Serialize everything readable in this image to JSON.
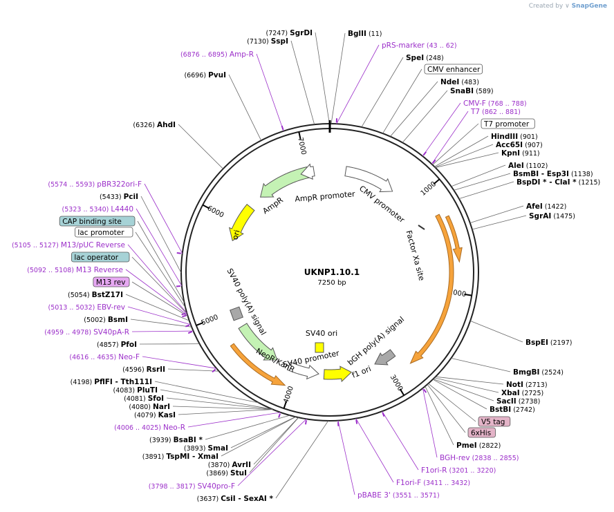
{
  "header": {
    "created_by": "Created by",
    "brand": "SnapGene"
  },
  "plasmid": {
    "name": "UKNP1.10.1",
    "length_label": "7250 bp",
    "length": 7250,
    "ticks": [
      "1000",
      "2000",
      "3000",
      "4000",
      "5000",
      "6000",
      "7000"
    ]
  },
  "colors": {
    "enzyme": "#000000",
    "primer": "#9b2ec9",
    "feature_green": "#c4f2b4",
    "feature_yellow": "#ffff00",
    "feature_orange": "#f6a33b",
    "feature_gray": "#a8a8a8",
    "feature_white": "#ffffff",
    "badge_blue": "#a6d2d6",
    "badge_pink": "#e4b4c8",
    "badge_purple": "#e6a8f2"
  },
  "labels": [
    {
      "pos": "(11)",
      "name": "BglII",
      "kind": "enzyme"
    },
    {
      "pos": "(43 .. 62)",
      "name": "pRS-marker",
      "kind": "primer"
    },
    {
      "pos": "(248)",
      "name": "SpeI",
      "kind": "enzyme"
    },
    {
      "name": "CMV enhancer",
      "kind": "badge-white"
    },
    {
      "pos": "(483)",
      "name": "NdeI",
      "kind": "enzyme"
    },
    {
      "pos": "(589)",
      "name": "SnaBI",
      "kind": "enzyme"
    },
    {
      "pos": "(768 .. 788)",
      "name": "CMV-F",
      "kind": "primer"
    },
    {
      "pos": "(862 .. 881)",
      "name": "T7",
      "kind": "primer"
    },
    {
      "name": "T7 promoter",
      "kind": "badge-white"
    },
    {
      "pos": "(901)",
      "name": "HindIII",
      "kind": "enzyme"
    },
    {
      "pos": "(907)",
      "name": "Acc65I",
      "kind": "enzyme"
    },
    {
      "pos": "(911)",
      "name": "KpnI",
      "kind": "enzyme"
    },
    {
      "pos": "(1102)",
      "name": "AleI",
      "kind": "enzyme"
    },
    {
      "pos": "(1138)",
      "name": "BsmBI  - Esp3I",
      "kind": "enzyme"
    },
    {
      "pos": "(1215)",
      "name": "BspDI * - ClaI *",
      "kind": "enzyme"
    },
    {
      "pos": "(1422)",
      "name": "AfeI",
      "kind": "enzyme"
    },
    {
      "pos": "(1475)",
      "name": "SgrAI",
      "kind": "enzyme"
    },
    {
      "pos": "(2197)",
      "name": "BspEI",
      "kind": "enzyme"
    },
    {
      "pos": "(2524)",
      "name": "BmgBI",
      "kind": "enzyme"
    },
    {
      "pos": "(2713)",
      "name": "NotI",
      "kind": "enzyme"
    },
    {
      "pos": "(2725)",
      "name": "XbaI",
      "kind": "enzyme"
    },
    {
      "pos": "(2738)",
      "name": "SacII",
      "kind": "enzyme"
    },
    {
      "pos": "(2742)",
      "name": "BstBI",
      "kind": "enzyme"
    },
    {
      "name": "V5 tag",
      "kind": "badge-pink"
    },
    {
      "name": "6xHis",
      "kind": "badge-pink"
    },
    {
      "pos": "(2822)",
      "name": "PmeI",
      "kind": "enzyme"
    },
    {
      "pos": "(2838 .. 2855)",
      "name": "BGH-rev",
      "kind": "primer"
    },
    {
      "pos": "(3201 .. 3220)",
      "name": "F1ori-R",
      "kind": "primer"
    },
    {
      "pos": "(3411 .. 3432)",
      "name": "F1ori-F",
      "kind": "primer"
    },
    {
      "pos": "(3551 .. 3571)",
      "name": "pBABE 3'",
      "kind": "primer"
    },
    {
      "pos": "(3637)",
      "name": "CsiI  - SexAI *",
      "kind": "enzyme"
    },
    {
      "pos": "(3798 .. 3817)",
      "name": "SV40pro-F",
      "kind": "primer"
    },
    {
      "pos": "(3869)",
      "name": "StuI",
      "kind": "enzyme"
    },
    {
      "pos": "(3870)",
      "name": "AvrII",
      "kind": "enzyme"
    },
    {
      "pos": "(3891)",
      "name": "TspMI  - XmaI",
      "kind": "enzyme"
    },
    {
      "pos": "(3893)",
      "name": "SmaI",
      "kind": "enzyme"
    },
    {
      "pos": "(3939)",
      "name": "BsaBI *",
      "kind": "enzyme"
    },
    {
      "pos": "(4006 .. 4025)",
      "name": "Neo-R",
      "kind": "primer"
    },
    {
      "pos": "(4079)",
      "name": "KasI",
      "kind": "enzyme"
    },
    {
      "pos": "(4080)",
      "name": "NarI",
      "kind": "enzyme"
    },
    {
      "pos": "(4081)",
      "name": "SfoI",
      "kind": "enzyme"
    },
    {
      "pos": "(4083)",
      "name": "PluTI",
      "kind": "enzyme"
    },
    {
      "pos": "(4198)",
      "name": "PflFI  - Tth111I",
      "kind": "enzyme"
    },
    {
      "pos": "(4596)",
      "name": "RsrII",
      "kind": "enzyme"
    },
    {
      "pos": "(4616 .. 4635)",
      "name": "Neo-F",
      "kind": "primer"
    },
    {
      "pos": "(4857)",
      "name": "PfoI",
      "kind": "enzyme"
    },
    {
      "pos": "(4959 .. 4978)",
      "name": "SV40pA-R",
      "kind": "primer"
    },
    {
      "pos": "(5002)",
      "name": "BsmI",
      "kind": "enzyme"
    },
    {
      "pos": "(5013 .. 5032)",
      "name": "EBV-rev",
      "kind": "primer"
    },
    {
      "pos": "(5054)",
      "name": "BstZ17I",
      "kind": "enzyme"
    },
    {
      "name": "M13 rev",
      "kind": "badge-purple"
    },
    {
      "pos": "(5092 .. 5108)",
      "name": "M13 Reverse",
      "kind": "primer"
    },
    {
      "name": "lac operator",
      "kind": "badge-blue"
    },
    {
      "pos": "(5105 .. 5127)",
      "name": "M13/pUC Reverse",
      "kind": "primer"
    },
    {
      "name": "lac promoter",
      "kind": "badge-white"
    },
    {
      "name": "CAP binding site",
      "kind": "badge-blue"
    },
    {
      "pos": "(5323 .. 5340)",
      "name": "L4440",
      "kind": "primer"
    },
    {
      "pos": "(5433)",
      "name": "PciI",
      "kind": "enzyme"
    },
    {
      "pos": "(5574 .. 5593)",
      "name": "pBR322ori-F",
      "kind": "primer"
    },
    {
      "pos": "(6326)",
      "name": "AhdI",
      "kind": "enzyme"
    },
    {
      "pos": "(6696)",
      "name": "PvuI",
      "kind": "enzyme"
    },
    {
      "pos": "(6876 .. 6895)",
      "name": "Amp-R",
      "kind": "primer"
    },
    {
      "pos": "(7130)",
      "name": "SspI",
      "kind": "enzyme"
    },
    {
      "pos": "(7247)",
      "name": "SgrDI",
      "kind": "enzyme"
    }
  ],
  "features": [
    {
      "name": "AmpR promoter"
    },
    {
      "name": "AmpR"
    },
    {
      "name": "CMV promoter"
    },
    {
      "name": "Factor Xa site"
    },
    {
      "name": "ori"
    },
    {
      "name": "SV40 poly(A) signal"
    },
    {
      "name": "SV40 ori"
    },
    {
      "name": "SV40 promoter"
    },
    {
      "name": "NeoR/KanR"
    },
    {
      "name": "bGH poly(A) signal"
    },
    {
      "name": "f1 ori"
    }
  ]
}
